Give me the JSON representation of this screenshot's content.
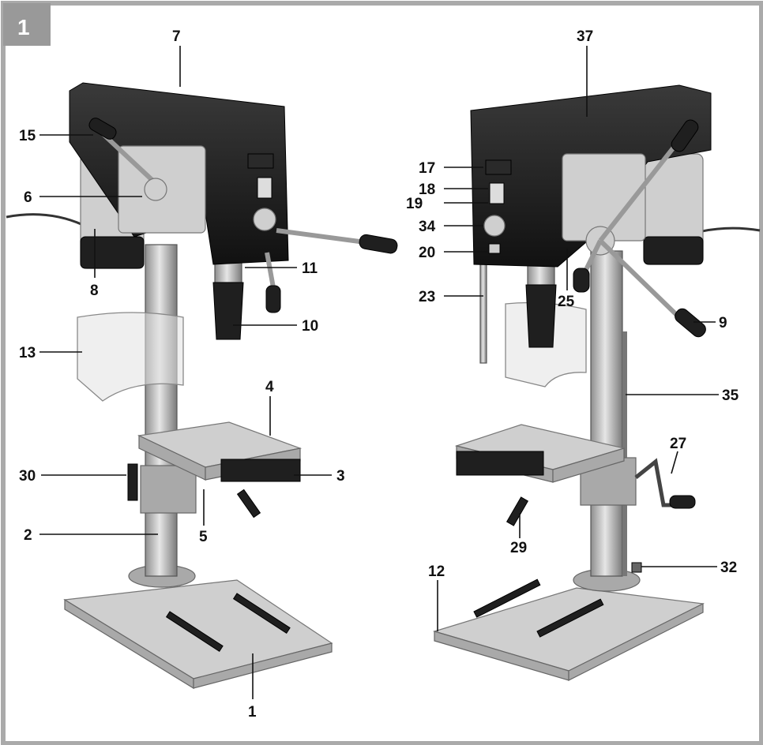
{
  "figure": {
    "number": "1",
    "colors": {
      "frame": "#aaaaaa",
      "badge": "#999999",
      "label": "#111111"
    }
  },
  "labels": {
    "l7": "7",
    "l15": "15",
    "l6": "6",
    "l8": "8",
    "l11": "11",
    "l10": "10",
    "l13": "13",
    "l4": "4",
    "l30": "30",
    "l3": "3",
    "l2": "2",
    "l5": "5",
    "l1": "1",
    "l37": "37",
    "l17": "17",
    "l18": "18",
    "l19": "19",
    "l34": "34",
    "l20": "20",
    "l23": "23",
    "l25": "25",
    "l9": "9",
    "l35": "35",
    "l27": "27",
    "l29": "29",
    "l32": "32",
    "l12": "12"
  }
}
